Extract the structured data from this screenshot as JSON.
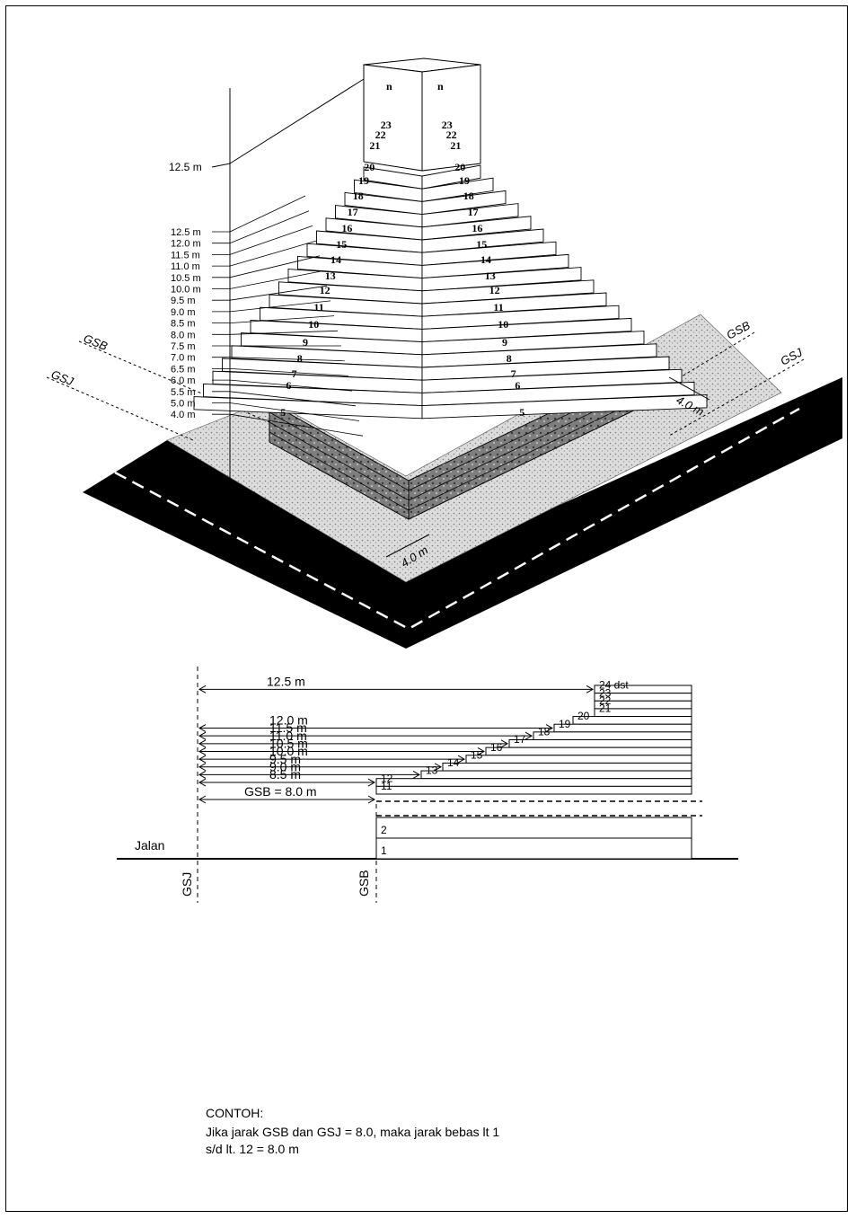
{
  "iso": {
    "floors_left": [
      "n",
      "23",
      "22",
      "21",
      "20",
      "19",
      "18",
      "17",
      "16",
      "15",
      "14",
      "13",
      "12",
      "11",
      "10",
      "9",
      "8",
      "7",
      "6",
      "5"
    ],
    "floors_right": [
      "n",
      "23",
      "22",
      "21",
      "20",
      "19",
      "18",
      "17",
      "16",
      "15",
      "14",
      "13",
      "12",
      "11",
      "10",
      "9",
      "8",
      "7",
      "6",
      "5"
    ],
    "height_labels": [
      "12.5 m",
      "12.0 m",
      "11.5 m",
      "11.0 m",
      "10.5 m",
      "10.0 m",
      "9.5 m",
      "9.0 m",
      "8.5 m",
      "8.0 m",
      "7.5 m",
      "7.0 m",
      "6.5 m",
      "6.0 m",
      "5.5 m",
      "5.0 m",
      "4.0 m"
    ],
    "top_offset_label": "12.5 m",
    "gsb_left": "GSB",
    "gsj_left": "GSJ",
    "gsb_right": "GSB",
    "gsj_right": "GSJ",
    "dim_right": "4.0 m",
    "dim_front": "4.0 m"
  },
  "elevation": {
    "floors": [
      "24 dst",
      "23",
      "22",
      "21",
      "20",
      "19",
      "18",
      "17",
      "16",
      "15",
      "14",
      "13",
      "12",
      "11",
      "2",
      "1"
    ],
    "dims": [
      "12.5 m",
      "12.0 m",
      "11.5 m",
      "11.0 m",
      "10.5 m",
      "10.0 m",
      "9.5 m",
      "9.0 m",
      "8.5 m",
      "GSB = 8.0 m"
    ],
    "road_label": "Jalan",
    "gsj_label": "GSJ",
    "gsb_label": "GSB"
  },
  "note": {
    "heading": "CONTOH:",
    "line1": "Jika jarak GSB dan GSJ = 8.0, maka jarak bebas lt 1",
    "line2": "s/d lt. 12 = 8.0 m"
  },
  "colors": {
    "road": "#000000",
    "ground": "#d8d8d8",
    "podium": "#8a8a8a",
    "line": "#000000"
  }
}
